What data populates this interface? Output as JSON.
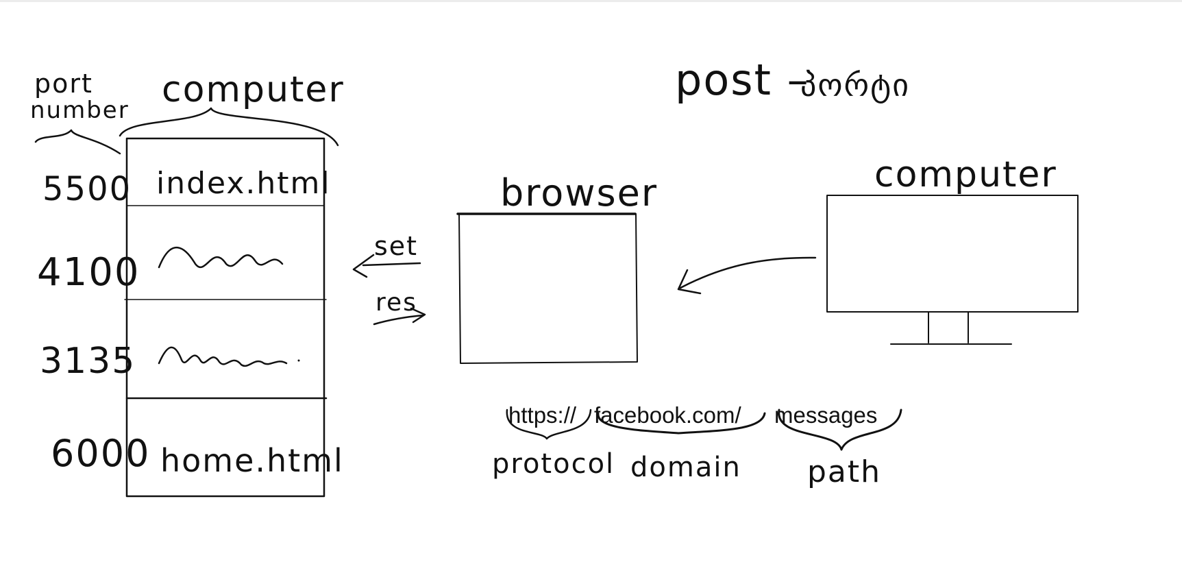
{
  "file_stack": {
    "heading": "computer",
    "port_label_line1": "port",
    "port_label_line2": "number",
    "rows": [
      {
        "port": "5500",
        "content": "index.html"
      },
      {
        "port": "4100",
        "content": ""
      },
      {
        "port": "3135",
        "content": ""
      },
      {
        "port": "6000",
        "content": "home.html"
      }
    ]
  },
  "arrows": {
    "set_label": "set",
    "res_label": "res"
  },
  "browser": {
    "label": "browser"
  },
  "monitor": {
    "label": "computer"
  },
  "title": {
    "prefix": "post –",
    "script": "პორტი"
  },
  "url": {
    "protocol": "https://",
    "domain": "facebook.com/",
    "path": "messages",
    "protocol_label": "protocol",
    "domain_label": "domain",
    "path_label": "path"
  }
}
